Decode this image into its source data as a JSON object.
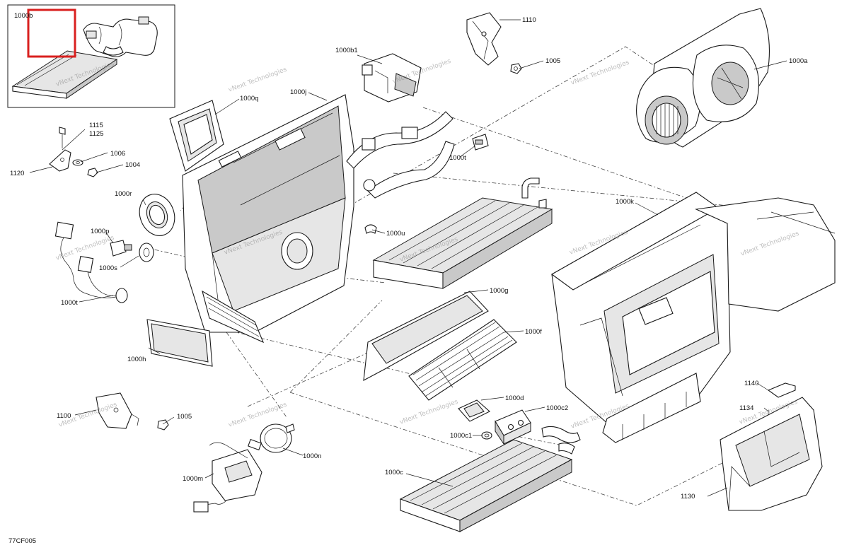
{
  "diagram": {
    "figure_code": "77CF005",
    "watermark_text": "vNext Technologies",
    "inset_highlight_color": "#d9201f",
    "labels": {
      "l1000b": "1000b",
      "l1110": "1110",
      "l1005a": "1005",
      "l1000a": "1000a",
      "l1000b1": "1000b1",
      "l1000j": "1000j",
      "l1000q": "1000q",
      "l1115": "1115",
      "l1125": "1125",
      "l1006": "1006",
      "l1004": "1004",
      "l1120": "1120",
      "l1000t_top": "1000t",
      "l1000r": "1000r",
      "l1000p": "1000p",
      "l1000u": "1000u",
      "l1000s": "1000s",
      "l1000t_left": "1000t",
      "l1000k": "1000k",
      "l1000g": "1000g",
      "l1000f": "1000f",
      "l1000h": "1000h",
      "l1000d": "1000d",
      "l1000c2": "1000c2",
      "l1000c1": "1000c1",
      "l1140": "1140",
      "l1134": "1134",
      "l1100": "1100",
      "l1005b": "1005",
      "l1000n": "1000n",
      "l1000m": "1000m",
      "l1000c": "1000c",
      "l1130": "1130"
    }
  }
}
